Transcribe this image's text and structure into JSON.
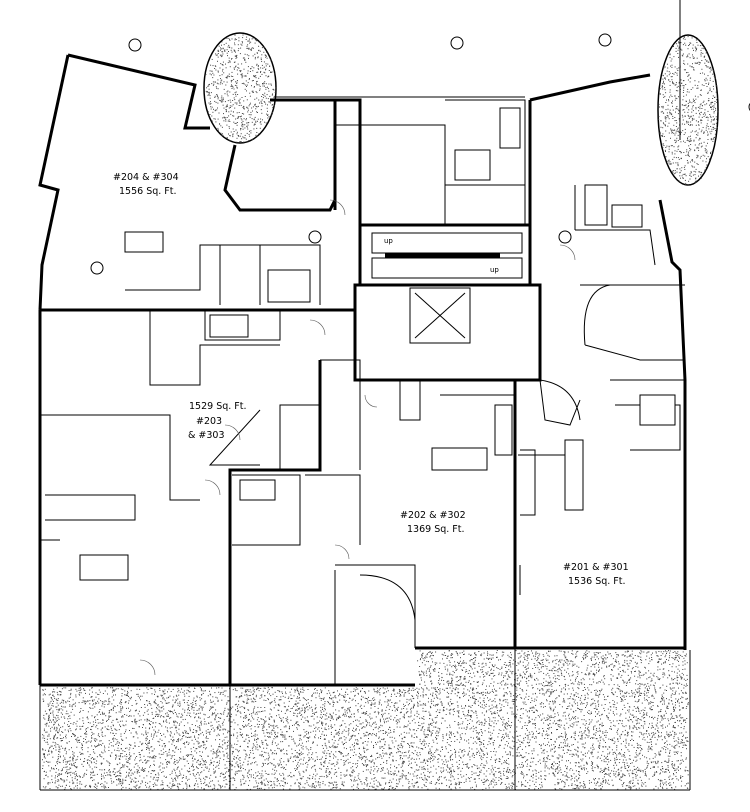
{
  "units": [
    {
      "id": "unit-204-304",
      "name": "#204 & #304",
      "area": "1556 Sq. Ft."
    },
    {
      "id": "unit-203-303",
      "name_line1": "#203",
      "name_line2": "& #303",
      "area": "1529 Sq. Ft."
    },
    {
      "id": "unit-202-302",
      "name": "#202 & #302",
      "area": "1369 Sq. Ft."
    },
    {
      "id": "unit-201-301",
      "name": "#201 & #301",
      "area": "1536 Sq. Ft."
    }
  ],
  "stair": {
    "up_label": "up"
  },
  "colors": {
    "line": "#000000",
    "patio_speckle": "#444444",
    "background": "#ffffff"
  }
}
